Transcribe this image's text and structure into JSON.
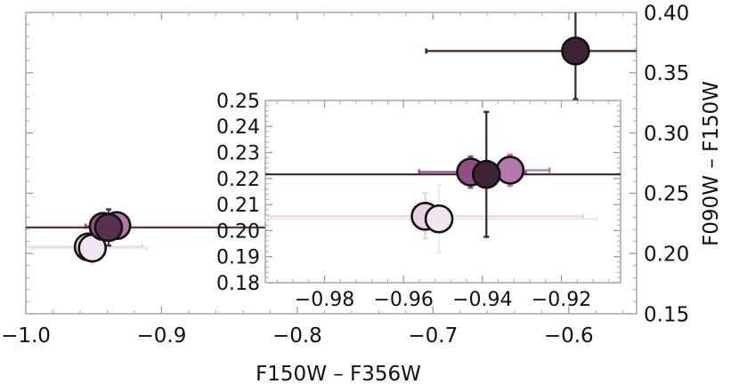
{
  "chart_data": [
    {
      "type": "scatter",
      "xlabel": "F150W – F356W",
      "ylabel": "F090W – F150W",
      "xlim": [
        -1.0,
        -0.55
      ],
      "ylim": [
        0.15,
        0.4
      ],
      "x_ticks": [
        -1.0,
        -0.9,
        -0.8,
        -0.7,
        -0.6
      ],
      "x_tick_labels": [
        "−1.0",
        "−0.9",
        "−0.8",
        "−0.7",
        "−0.6"
      ],
      "y_ticks": [
        0.15,
        0.2,
        0.25,
        0.3,
        0.35,
        0.4
      ],
      "y_tick_labels": [
        "0.15",
        "0.20",
        "0.25",
        "0.30",
        "0.35",
        "0.40"
      ],
      "y_axis_side": "right",
      "grid": false,
      "points": [
        {
          "x": -0.954,
          "y": 0.2055,
          "xerr": [
            0.05,
            0.04
          ],
          "yerr": [
            0.0085,
            0.009
          ],
          "color": "#E8D2E6"
        },
        {
          "x": -0.951,
          "y": 0.2045,
          "xerr": [
            0.045,
            0.04
          ],
          "yerr": [
            0.013,
            0.013
          ],
          "color": "#F1E5F1"
        },
        {
          "x": -0.943,
          "y": 0.2225,
          "xerr": [
            0.013,
            0.014
          ],
          "yerr": [
            0.006,
            0.006
          ],
          "color": "#934D85"
        },
        {
          "x": -0.933,
          "y": 0.2232,
          "xerr": [
            0.01,
            0.01
          ],
          "yerr": [
            0.006,
            0.006
          ],
          "color": "#B478A9"
        },
        {
          "x": -0.939,
          "y": 0.2216,
          "xerr": [
            0.3,
            0.32
          ],
          "yerr": [
            0.015,
            0.015
          ],
          "color": "#593150"
        },
        {
          "x": -0.595,
          "y": 0.368,
          "xerr": [
            0.11,
            0.09
          ],
          "yerr": [
            0.04,
            0.04
          ],
          "color": "#3E2235"
        }
      ]
    },
    {
      "type": "scatter",
      "xlim": [
        -0.995,
        -0.905
      ],
      "ylim": [
        0.18,
        0.25
      ],
      "x_ticks": [
        -0.98,
        -0.96,
        -0.94,
        -0.92
      ],
      "x_tick_labels": [
        "−0.98",
        "−0.96",
        "−0.94",
        "−0.92"
      ],
      "y_ticks": [
        0.18,
        0.19,
        0.2,
        0.21,
        0.22,
        0.23,
        0.24,
        0.25
      ],
      "y_tick_labels": [
        "0.18",
        "0.19",
        "0.20",
        "0.21",
        "0.22",
        "0.23",
        "0.24",
        "0.25"
      ],
      "y_axis_side": "left",
      "grid": false,
      "points": [
        {
          "x": -0.9545,
          "y": 0.2055,
          "xerr": [
            0.0455,
            0.04
          ],
          "yerr": [
            0.0085,
            0.009
          ],
          "color": "#E8D2E6"
        },
        {
          "x": -0.951,
          "y": 0.2045,
          "xerr": [
            0.044,
            0.04
          ],
          "yerr": [
            0.013,
            0.013
          ],
          "color": "#F1E5F1"
        },
        {
          "x": -0.943,
          "y": 0.2225,
          "xerr": [
            0.013,
            0.014
          ],
          "yerr": [
            0.006,
            0.006
          ],
          "color": "#934D85"
        },
        {
          "x": -0.933,
          "y": 0.2232,
          "xerr": [
            0.01,
            0.01
          ],
          "yerr": [
            0.006,
            0.006
          ],
          "color": "#B478A9"
        },
        {
          "x": -0.939,
          "y": 0.2216,
          "xerr": [
            0.06,
            0.06
          ],
          "yerr": [
            0.024,
            0.024
          ],
          "color": "#3E2235"
        }
      ]
    }
  ]
}
